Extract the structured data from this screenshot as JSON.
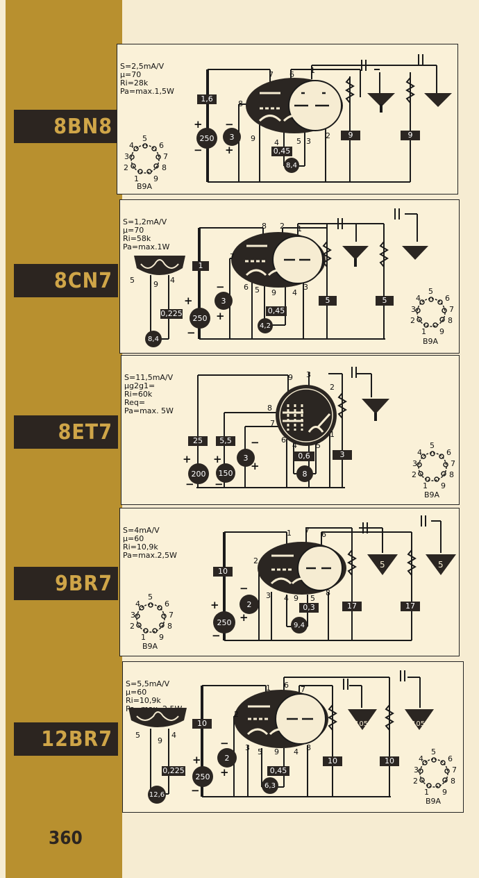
{
  "page_number": "360",
  "tubes": [
    {
      "name": "8BN8",
      "specs": [
        "S=2,5mA/V",
        "µ=70",
        "Ri=28k",
        "Pa=max.1,5W"
      ],
      "base": "B9A",
      "base_pins": [
        "1",
        "2",
        "3",
        "4",
        "5",
        "6",
        "7",
        "8",
        "9"
      ],
      "heater_value": "8,4",
      "heater_resistor": "0,45",
      "supply_box": "1,6",
      "supply_circle": "250",
      "bias_circle": "3",
      "load_boxes": [
        "9",
        "9"
      ],
      "electrode_pins": [
        "1",
        "2",
        "3",
        "4",
        "5",
        "6",
        "7",
        "8",
        "9"
      ]
    },
    {
      "name": "8CN7",
      "specs": [
        "S=1,2mA/V",
        "µ=70",
        "Ri=58k",
        "Pa=max.1W"
      ],
      "base": "B9A",
      "base_pins": [
        "1",
        "2",
        "3",
        "4",
        "5",
        "6",
        "7",
        "8",
        "9"
      ],
      "heater_value": "8,4",
      "heater_resistor": "0,225",
      "heater_pins": [
        "5",
        "9",
        "4"
      ],
      "tube_heater_value": "4,2",
      "tube_heater_resistor": "0,45",
      "supply_box": "1",
      "supply_circle": "250",
      "bias_circle": "3",
      "load_boxes": [
        "5",
        "5"
      ],
      "electrode_pins": [
        "1",
        "2",
        "3",
        "4",
        "5",
        "6",
        "7",
        "8",
        "9"
      ]
    },
    {
      "name": "8ET7",
      "specs": [
        "S=11,5mA/V",
        "µg2g1=",
        "Ri=60k",
        "Req=",
        "Pa=max. 5W"
      ],
      "base": "B9A",
      "base_pins": [
        "1",
        "2",
        "3",
        "4",
        "5",
        "6",
        "7",
        "8",
        "9"
      ],
      "heater_value": "8",
      "heater_resistor": "0,6",
      "supply_boxes": [
        "25",
        "5,5"
      ],
      "supply_circles": [
        "200",
        "150"
      ],
      "bias_circle": "3",
      "load_boxes": [
        "3"
      ],
      "electrode_pins": [
        "1",
        "2",
        "3",
        "4",
        "5",
        "6",
        "7",
        "8",
        "9"
      ]
    },
    {
      "name": "9BR7",
      "specs": [
        "S=4mA/V",
        "µ=60",
        "Ri=10,9k",
        "Pa=max.2,5W"
      ],
      "base": "B9A",
      "base_pins": [
        "1",
        "2",
        "3",
        "4",
        "5",
        "6",
        "7",
        "8",
        "9"
      ],
      "heater_value": "9,4",
      "heater_resistor": "0,3",
      "supply_box": "10",
      "supply_circle": "250",
      "bias_circle": "2",
      "load_boxes": [
        "17",
        "17"
      ],
      "amp_values": [
        "5",
        "5"
      ],
      "electrode_pins": [
        "1",
        "2",
        "3",
        "4",
        "5",
        "6",
        "7",
        "8",
        "9"
      ]
    },
    {
      "name": "12BR7",
      "specs": [
        "S=5,5mA/V",
        "µ=60",
        "Ri=10,9k",
        "Pa=max. 2,5W"
      ],
      "base": "B9A",
      "base_pins": [
        "1",
        "2",
        "3",
        "4",
        "5",
        "6",
        "7",
        "8",
        "9"
      ],
      "heater_value": "12,6",
      "heater_resistor": "0,225",
      "heater_pins": [
        "5",
        "9",
        "4"
      ],
      "tube_heater_value": "6,3",
      "tube_heater_resistor": "0,45",
      "supply_box": "10",
      "supply_circle": "250",
      "bias_circle": "2",
      "load_boxes": [
        "10",
        "10"
      ],
      "amp_values": [
        "105",
        "105"
      ],
      "electrode_pins": [
        "1",
        "2",
        "3",
        "4",
        "5",
        "6",
        "7",
        "8",
        "9"
      ]
    }
  ],
  "signs": {
    "plus": "+",
    "minus": "−"
  }
}
